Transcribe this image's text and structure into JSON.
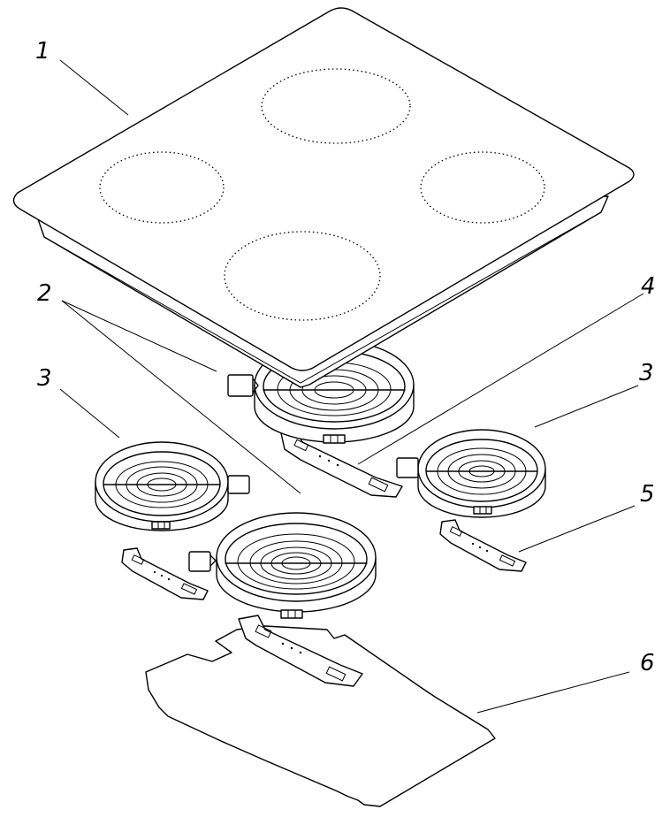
{
  "labels": {
    "glass_top": "1",
    "connectors": "2",
    "burner_left": "3",
    "burner_right": "3",
    "burner_large_rear": "4",
    "bracket": "5",
    "base_plate": "6"
  }
}
